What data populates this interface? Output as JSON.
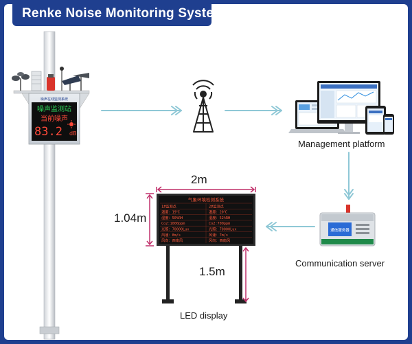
{
  "header": {
    "title": "Renke Noise Monitoring System"
  },
  "station": {
    "display_line1": "噪声监测站",
    "display_line2": "当前噪声",
    "noise_value": "83.2",
    "noise_unit": "dB",
    "panel_brand": "噪声在线监测系统"
  },
  "labels": {
    "management": "Management platform",
    "communication": "Communication server",
    "led": "LED display",
    "width": "2m",
    "height": "1.04m",
    "leg_height": "1.5m"
  },
  "led_board": {
    "title": "气象环境检测系统",
    "rows": [
      [
        "1#监测点",
        "2#监测点"
      ],
      [
        "温度：19℃",
        "温度：20℃"
      ],
      [
        "湿度：50%RH",
        "湿度：52%RH"
      ],
      [
        "Co2:1000ppm",
        "Co2:700ppm"
      ],
      [
        "光照：70000Lux",
        "光照：70000Lux"
      ],
      [
        "风速：8m/s",
        "风速：7m/s"
      ],
      [
        "风向：西南风",
        "风向：西南风"
      ]
    ]
  },
  "server": {
    "screen_text": "通信服务器"
  },
  "colors": {
    "frame": "#1f3f8f",
    "arrow": "#8fc8d6",
    "dimension": "#c0306a",
    "led_text": "#ff5a3c"
  }
}
